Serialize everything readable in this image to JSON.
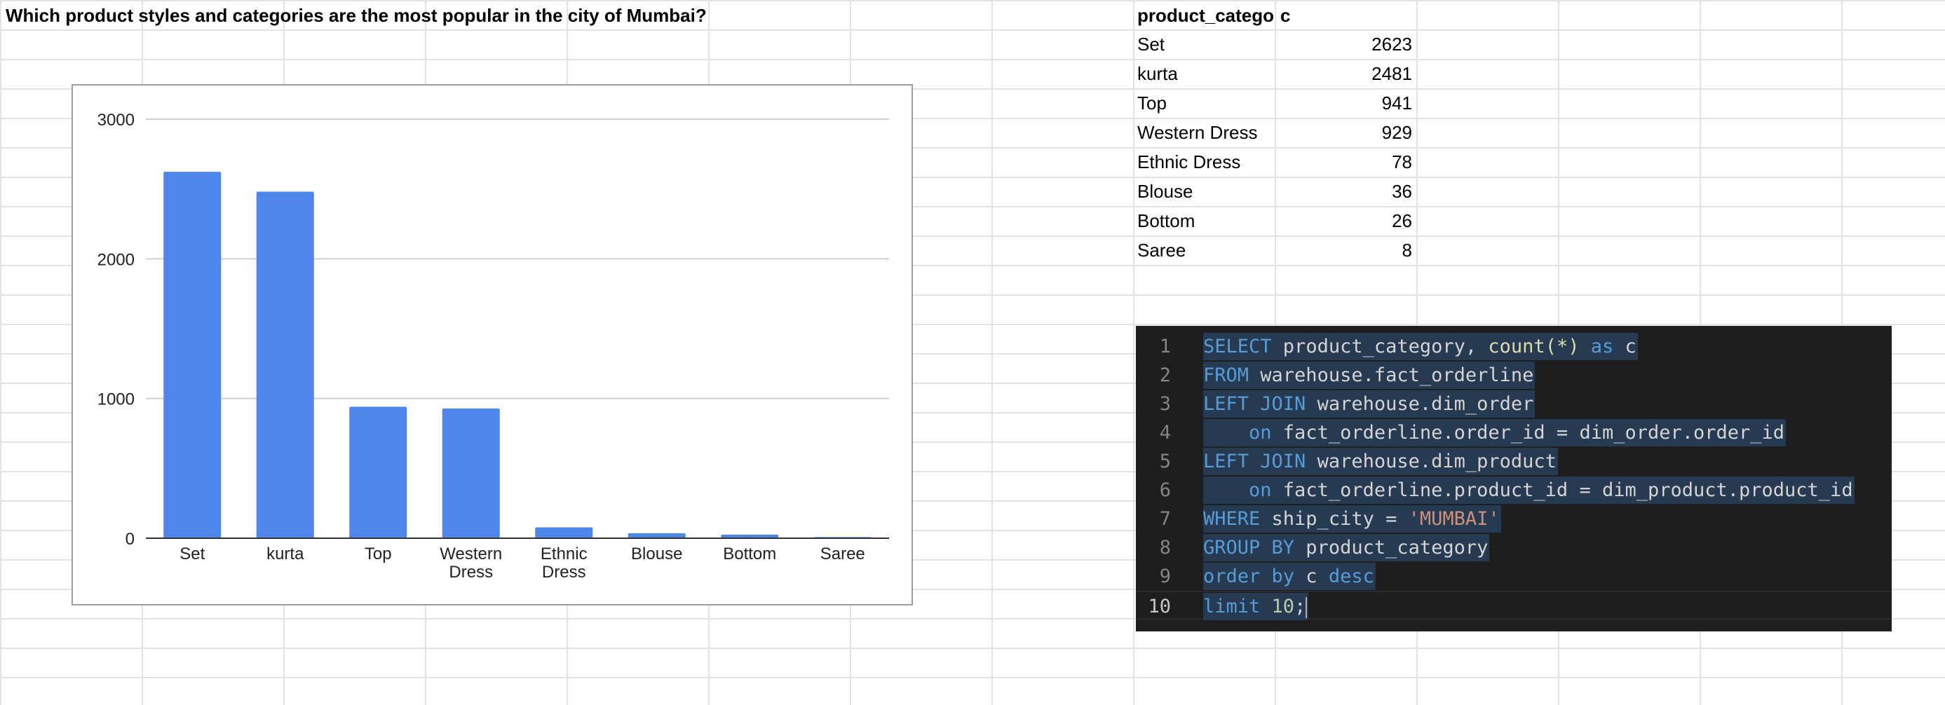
{
  "sheet": {
    "question": "Which product styles and categories are the most popular in the city of Mumbai?"
  },
  "table": {
    "headers": [
      "product_catego",
      "c"
    ],
    "rows": [
      {
        "category": "Set",
        "count": "2623"
      },
      {
        "category": "kurta",
        "count": "2481"
      },
      {
        "category": "Top",
        "count": "941"
      },
      {
        "category": "Western Dress",
        "count": "929"
      },
      {
        "category": "Ethnic Dress",
        "count": "78"
      },
      {
        "category": "Blouse",
        "count": "36"
      },
      {
        "category": "Bottom",
        "count": "26"
      },
      {
        "category": "Saree",
        "count": "8"
      }
    ]
  },
  "chart_data": {
    "type": "bar",
    "categories": [
      "Set",
      "kurta",
      "Top",
      "Western Dress",
      "Ethnic Dress",
      "Blouse",
      "Bottom",
      "Saree"
    ],
    "category_lines": [
      [
        "Set"
      ],
      [
        "kurta"
      ],
      [
        "Top"
      ],
      [
        "Western",
        "Dress"
      ],
      [
        "Ethnic",
        "Dress"
      ],
      [
        "Blouse"
      ],
      [
        "Bottom"
      ],
      [
        "Saree"
      ]
    ],
    "values": [
      2623,
      2481,
      941,
      929,
      78,
      36,
      26,
      8
    ],
    "title": "",
    "xlabel": "",
    "ylabel": "",
    "ylim": [
      0,
      3000
    ],
    "yticks": [
      0,
      1000,
      2000,
      3000
    ],
    "grid": true,
    "bar_color": "#4f86ec"
  },
  "editor": {
    "line_numbers": [
      "1",
      "2",
      "3",
      "4",
      "5",
      "6",
      "7",
      "8",
      "9",
      "10"
    ],
    "lines": [
      [
        {
          "t": "SELECT",
          "c": "kw"
        },
        {
          "t": " product_category, ",
          "c": "plain"
        },
        {
          "t": "count",
          "c": "fn"
        },
        {
          "t": "(*)",
          "c": "fn"
        },
        {
          "t": " ",
          "c": "plain"
        },
        {
          "t": "as",
          "c": "kw"
        },
        {
          "t": " c",
          "c": "plain"
        }
      ],
      [
        {
          "t": "FROM",
          "c": "kw"
        },
        {
          "t": " warehouse.fact_orderline",
          "c": "plain"
        }
      ],
      [
        {
          "t": "LEFT JOIN",
          "c": "kw"
        },
        {
          "t": " warehouse.dim_order",
          "c": "plain"
        }
      ],
      [
        {
          "t": "    ",
          "c": "plain"
        },
        {
          "t": "on",
          "c": "kw"
        },
        {
          "t": " fact_orderline.order_id = dim_order.order_id",
          "c": "plain"
        }
      ],
      [
        {
          "t": "LEFT JOIN",
          "c": "kw"
        },
        {
          "t": " warehouse.dim_product",
          "c": "plain"
        }
      ],
      [
        {
          "t": "    ",
          "c": "plain"
        },
        {
          "t": "on",
          "c": "kw"
        },
        {
          "t": " fact_orderline.product_id = dim_product.product_id",
          "c": "plain"
        }
      ],
      [
        {
          "t": "WHERE",
          "c": "kw"
        },
        {
          "t": " ship_city = ",
          "c": "plain"
        },
        {
          "t": "'MUMBAI'",
          "c": "str"
        }
      ],
      [
        {
          "t": "GROUP BY",
          "c": "kw"
        },
        {
          "t": " product_category",
          "c": "plain"
        }
      ],
      [
        {
          "t": "order by",
          "c": "kw"
        },
        {
          "t": " c ",
          "c": "plain"
        },
        {
          "t": "desc",
          "c": "kw"
        }
      ],
      [
        {
          "t": "limit",
          "c": "kw"
        },
        {
          "t": " ",
          "c": "plain"
        },
        {
          "t": "10",
          "c": "num"
        },
        {
          "t": ";",
          "c": "plain"
        }
      ]
    ],
    "active_line": 10
  },
  "colors": {
    "editor_bg": "#1e1e1e",
    "keyword": "#569cd6",
    "string": "#ce9178",
    "number": "#b5cea8",
    "function": "#dcdcaa",
    "selection": "#263a52",
    "grid_line": "#e2e2e2",
    "bar": "#4f86ec"
  }
}
